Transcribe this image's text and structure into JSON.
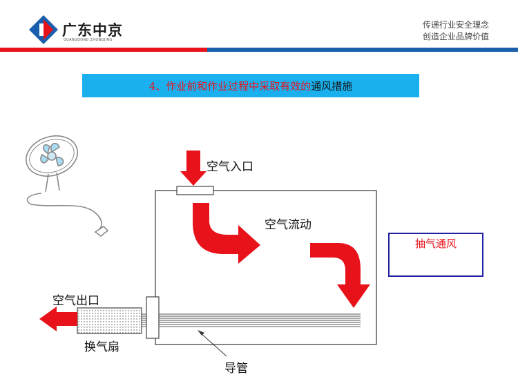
{
  "header": {
    "logo_text": "广东中京",
    "logo_sub": "GUANGDONG ZHONGJING",
    "slogan_line1": "传递行业安全理念",
    "slogan_line2": "创造企业品牌价值"
  },
  "title": {
    "part_red": "4、作业前和作业过程中采取有效的",
    "part_black": "通风措施"
  },
  "labels": {
    "air_inlet": "空气入口",
    "air_flow": "空气流动",
    "air_outlet": "空气出口",
    "fan": "换气扇",
    "duct": "导管",
    "exhaust": "抽气通风"
  },
  "colors": {
    "arrow_red": "#e8121a",
    "title_bar": "#1ab0ee",
    "logo_red": "#e8121a",
    "logo_blue": "#1a5fae",
    "header_red_line": "#e8121a",
    "header_blue_line": "#1a5fae",
    "box_border": "#2020a0"
  },
  "icons": {
    "logo": "zhongjing-logo-icon",
    "fan": "electric-fan-icon"
  }
}
